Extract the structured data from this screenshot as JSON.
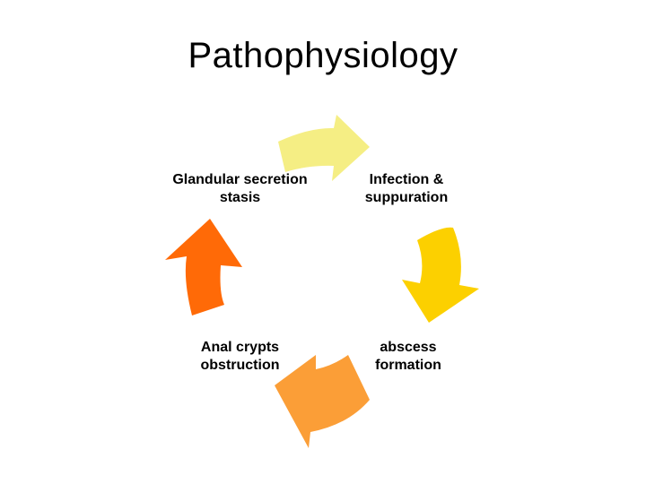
{
  "title": "Pathophysiology",
  "cycle": {
    "steps": [
      {
        "line1": "Glandular secretion",
        "line2": "stasis"
      },
      {
        "line1": "Infection &",
        "line2": "suppuration"
      },
      {
        "line1": "abscess",
        "line2": "formation"
      },
      {
        "line1": "Anal crypts",
        "line2": "obstruction"
      }
    ],
    "arrows": [
      {
        "from": "Glandular secretion stasis",
        "to": "Infection & suppuration",
        "color": "#F5EE84"
      },
      {
        "from": "Infection & suppuration",
        "to": "abscess formation",
        "color": "#FCD000"
      },
      {
        "from": "abscess formation",
        "to": "Anal crypts obstruction",
        "color": "#FB9E37"
      },
      {
        "from": "Anal crypts obstruction",
        "to": "Glandular secretion stasis",
        "color": "#FF6A07"
      }
    ]
  }
}
